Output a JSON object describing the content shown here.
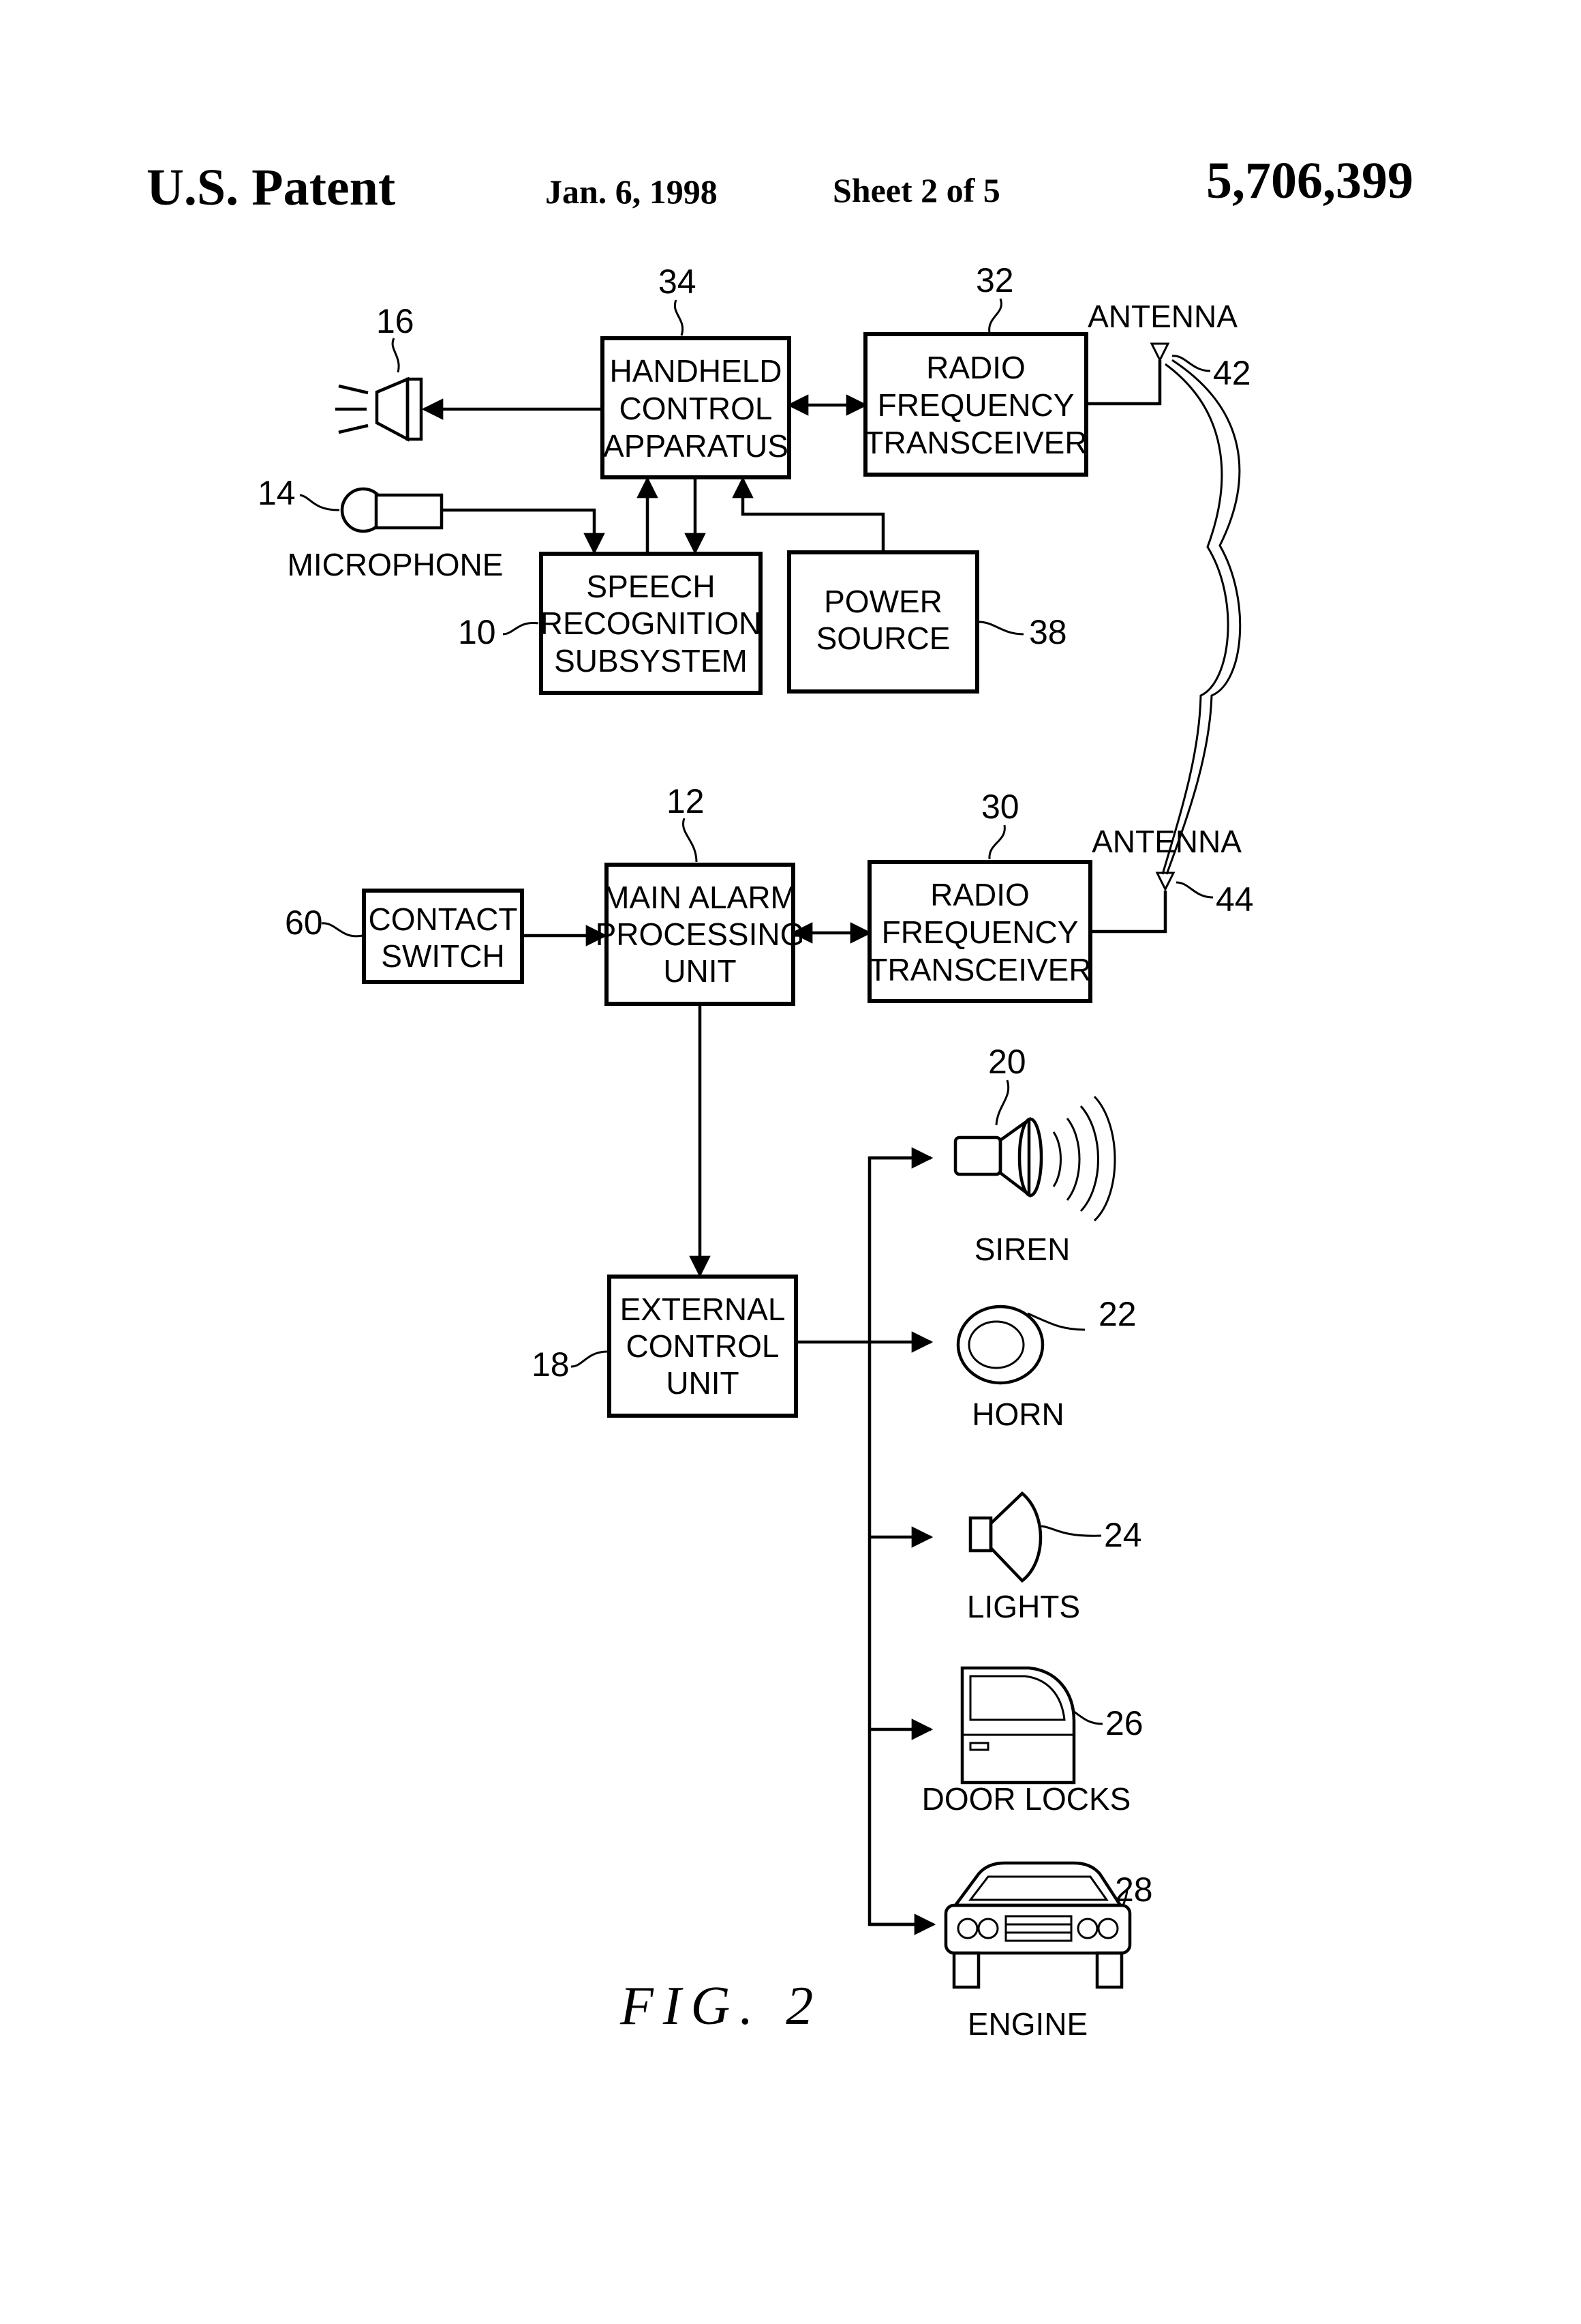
{
  "header": {
    "title": "U.S. Patent",
    "date": "Jan. 6, 1998",
    "sheet": "Sheet 2 of 5",
    "patent_number": "5,706,399"
  },
  "figure": {
    "caption": "FIG. 2",
    "blocks": {
      "handheld": [
        "HANDHELD",
        "CONTROL",
        "APPARATUS"
      ],
      "rf_top": [
        "RADIO",
        "FREQUENCY",
        "TRANSCEIVER"
      ],
      "speech": [
        "SPEECH",
        "RECOGNITION",
        "SUBSYSTEM"
      ],
      "power": [
        "POWER",
        "SOURCE"
      ],
      "main_alarm": [
        "MAIN ALARM",
        "PROCESSING",
        "UNIT"
      ],
      "rf_bottom": [
        "RADIO",
        "FREQUENCY",
        "TRANSCEIVER"
      ],
      "contact": [
        "CONTACT",
        "SWITCH"
      ],
      "external": [
        "EXTERNAL",
        "CONTROL",
        "UNIT"
      ]
    },
    "labels": {
      "antenna_top": "ANTENNA",
      "antenna_bottom": "ANTENNA",
      "microphone": "MICROPHONE",
      "siren": "SIREN",
      "horn": "HORN",
      "lights": "LIGHTS",
      "door_locks": "DOOR LOCKS",
      "engine": "ENGINE"
    },
    "refs": {
      "speaker": "16",
      "handheld": "34",
      "rf_top": "32",
      "antenna_top": "42",
      "microphone": "14",
      "speech": "10",
      "power": "38",
      "main_alarm": "12",
      "rf_bottom": "30",
      "antenna_bottom": "44",
      "contact": "60",
      "siren": "20",
      "horn": "22",
      "external": "18",
      "lights": "24",
      "door_locks": "26",
      "engine": "28"
    }
  }
}
